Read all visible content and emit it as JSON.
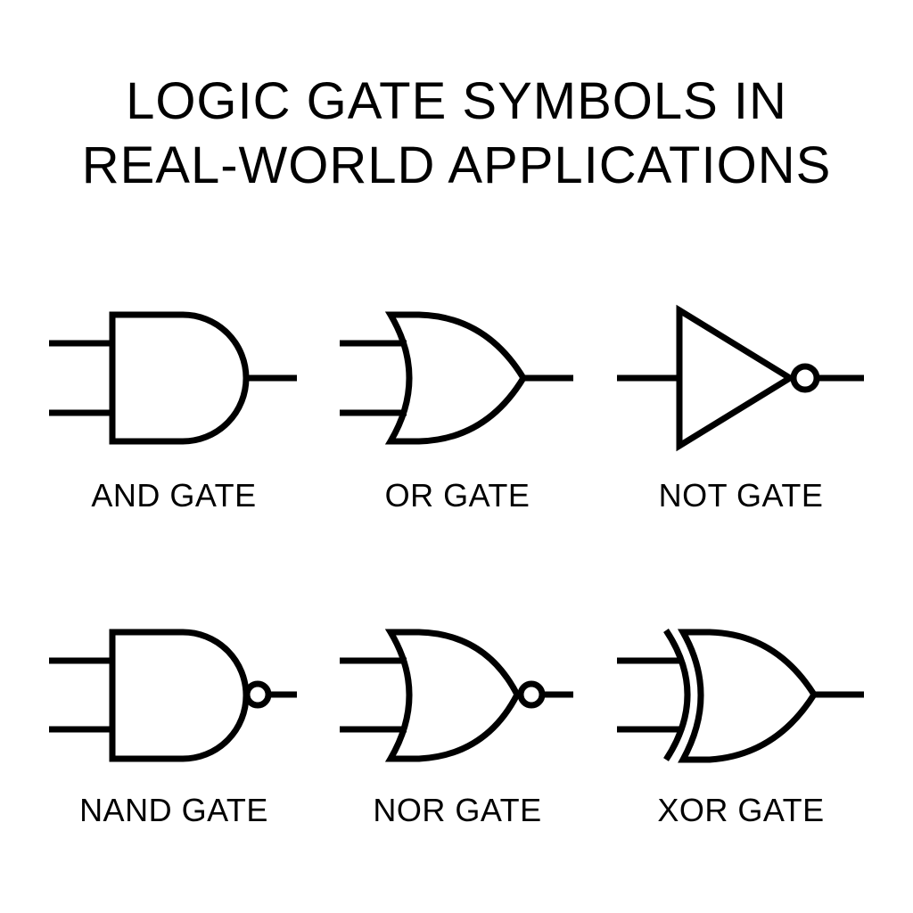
{
  "title": {
    "line1": "LOGIC GATE SYMBOLS IN",
    "line2": "REAL-WORLD APPLICATIONS"
  },
  "gates": [
    {
      "id": "and",
      "label": "AND GATE",
      "icon": "and-gate-icon"
    },
    {
      "id": "or",
      "label": "OR GATE",
      "icon": "or-gate-icon"
    },
    {
      "id": "not",
      "label": "NOT GATE",
      "icon": "not-gate-icon"
    },
    {
      "id": "nand",
      "label": "NAND GATE",
      "icon": "nand-gate-icon"
    },
    {
      "id": "nor",
      "label": "NOR GATE",
      "icon": "nor-gate-icon"
    },
    {
      "id": "xor",
      "label": "XOR GATE",
      "icon": "xor-gate-icon"
    }
  ],
  "colors": {
    "stroke": "#000000",
    "background": "#ffffff"
  }
}
